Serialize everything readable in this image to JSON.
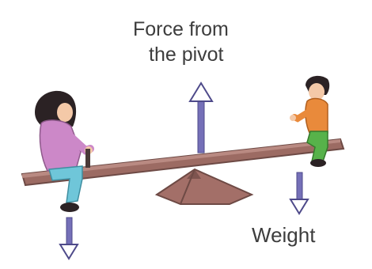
{
  "labels": {
    "force_line1": "Force from",
    "force_line2": "the pivot",
    "weight": "Weight"
  },
  "colors": {
    "arrow": "#7570b8",
    "plank": "#9c6b63",
    "plank_edge": "#6e4a45",
    "pivot": "#a36f68",
    "pivot_shadow": "#7e544f",
    "girl_top": "#cc88c8",
    "girl_jeans": "#6fc6d9",
    "girl_hair": "#2b2224",
    "boy_shirt": "#e98a3b",
    "boy_pants": "#57b24a",
    "skin": "#f4c9a8"
  },
  "icons": {
    "left_weight_arrow": "down-arrow-icon",
    "right_weight_arrow": "down-arrow-icon",
    "pivot_force_arrow": "up-arrow-icon"
  }
}
